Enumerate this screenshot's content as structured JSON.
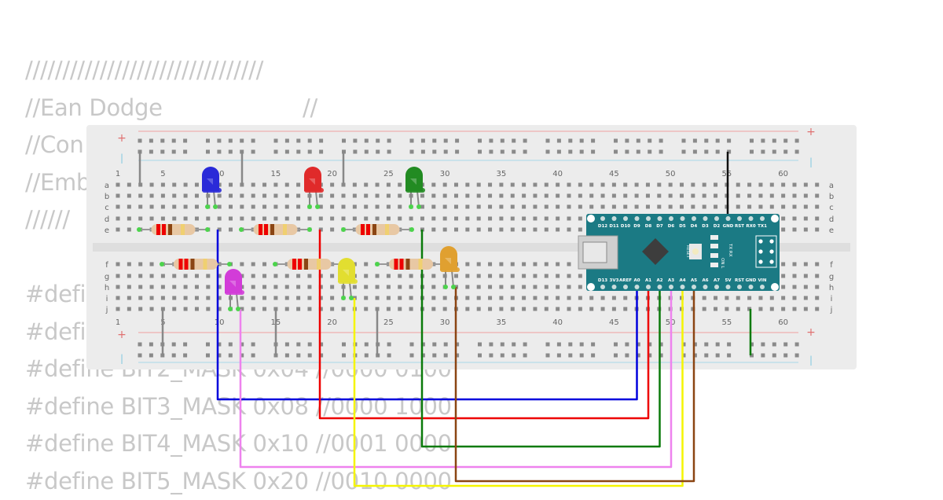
{
  "code_lines": [
    "////////////////////////////////",
    "//Ean Dodge                    //",
    "//Con",
    "//Emb",
    "//////",
    "",
    "#defi",
    "#defi",
    "#define BIT2_MASK 0x04 //0000 0100",
    "#define BIT3_MASK 0x08 //0000 1000",
    "#define BIT4_MASK 0x10 //0001 0000",
    "#define BIT5_MASK 0x20 //0010 0000"
  ],
  "breadboard": {
    "column_numbers": [
      "1",
      "5",
      "10",
      "15",
      "20",
      "25",
      "30",
      "35",
      "40",
      "45",
      "50",
      "55",
      "60"
    ],
    "row_letters_top": [
      "a",
      "b",
      "c",
      "d",
      "e"
    ],
    "row_letters_bottom": [
      "f",
      "g",
      "h",
      "i",
      "j"
    ],
    "rail_plus": "+",
    "rail_minus": "|"
  },
  "arduino": {
    "top_pins": [
      "D12",
      "D11",
      "D10",
      "D9",
      "D8",
      "D7",
      "D6",
      "D5",
      "D4",
      "D3",
      "D2",
      "GND",
      "RST",
      "RX0",
      "TX1"
    ],
    "bottom_pins": [
      "D13",
      "3V3",
      "AREF",
      "A0",
      "A1",
      "A2",
      "A3",
      "A4",
      "A5",
      "A6",
      "A7",
      "5V",
      "RST",
      "GND",
      "VIN"
    ],
    "reset_label": "RESET",
    "led_labels": [
      "TX",
      "RX",
      "ON",
      "L"
    ],
    "board_color": "#1b7a84"
  },
  "leds": [
    {
      "name": "blue",
      "color": "#2a2ad8"
    },
    {
      "name": "red",
      "color": "#e02a2a"
    },
    {
      "name": "green",
      "color": "#228b22"
    },
    {
      "name": "magenta",
      "color": "#d23cd8"
    },
    {
      "name": "yellow",
      "color": "#e2de30"
    },
    {
      "name": "orange",
      "color": "#e0a030"
    }
  ],
  "wires": [
    {
      "name": "blue-a0",
      "color": "#0000dd",
      "pin": "A0"
    },
    {
      "name": "red-a1",
      "color": "#ee0000",
      "pin": "A1"
    },
    {
      "name": "green-a2",
      "color": "#0a7a0a",
      "pin": "A2"
    },
    {
      "name": "violet-a3",
      "color": "#ee82ee",
      "pin": "A3"
    },
    {
      "name": "yellow-a4",
      "color": "#f5f500",
      "pin": "A4"
    },
    {
      "name": "brown-a5",
      "color": "#8b4513",
      "pin": "A5"
    },
    {
      "name": "black-gnd",
      "color": "#111111",
      "pin": "GND"
    },
    {
      "name": "green-gnd-rail",
      "color": "#0a7a0a",
      "pin": "GND"
    }
  ]
}
